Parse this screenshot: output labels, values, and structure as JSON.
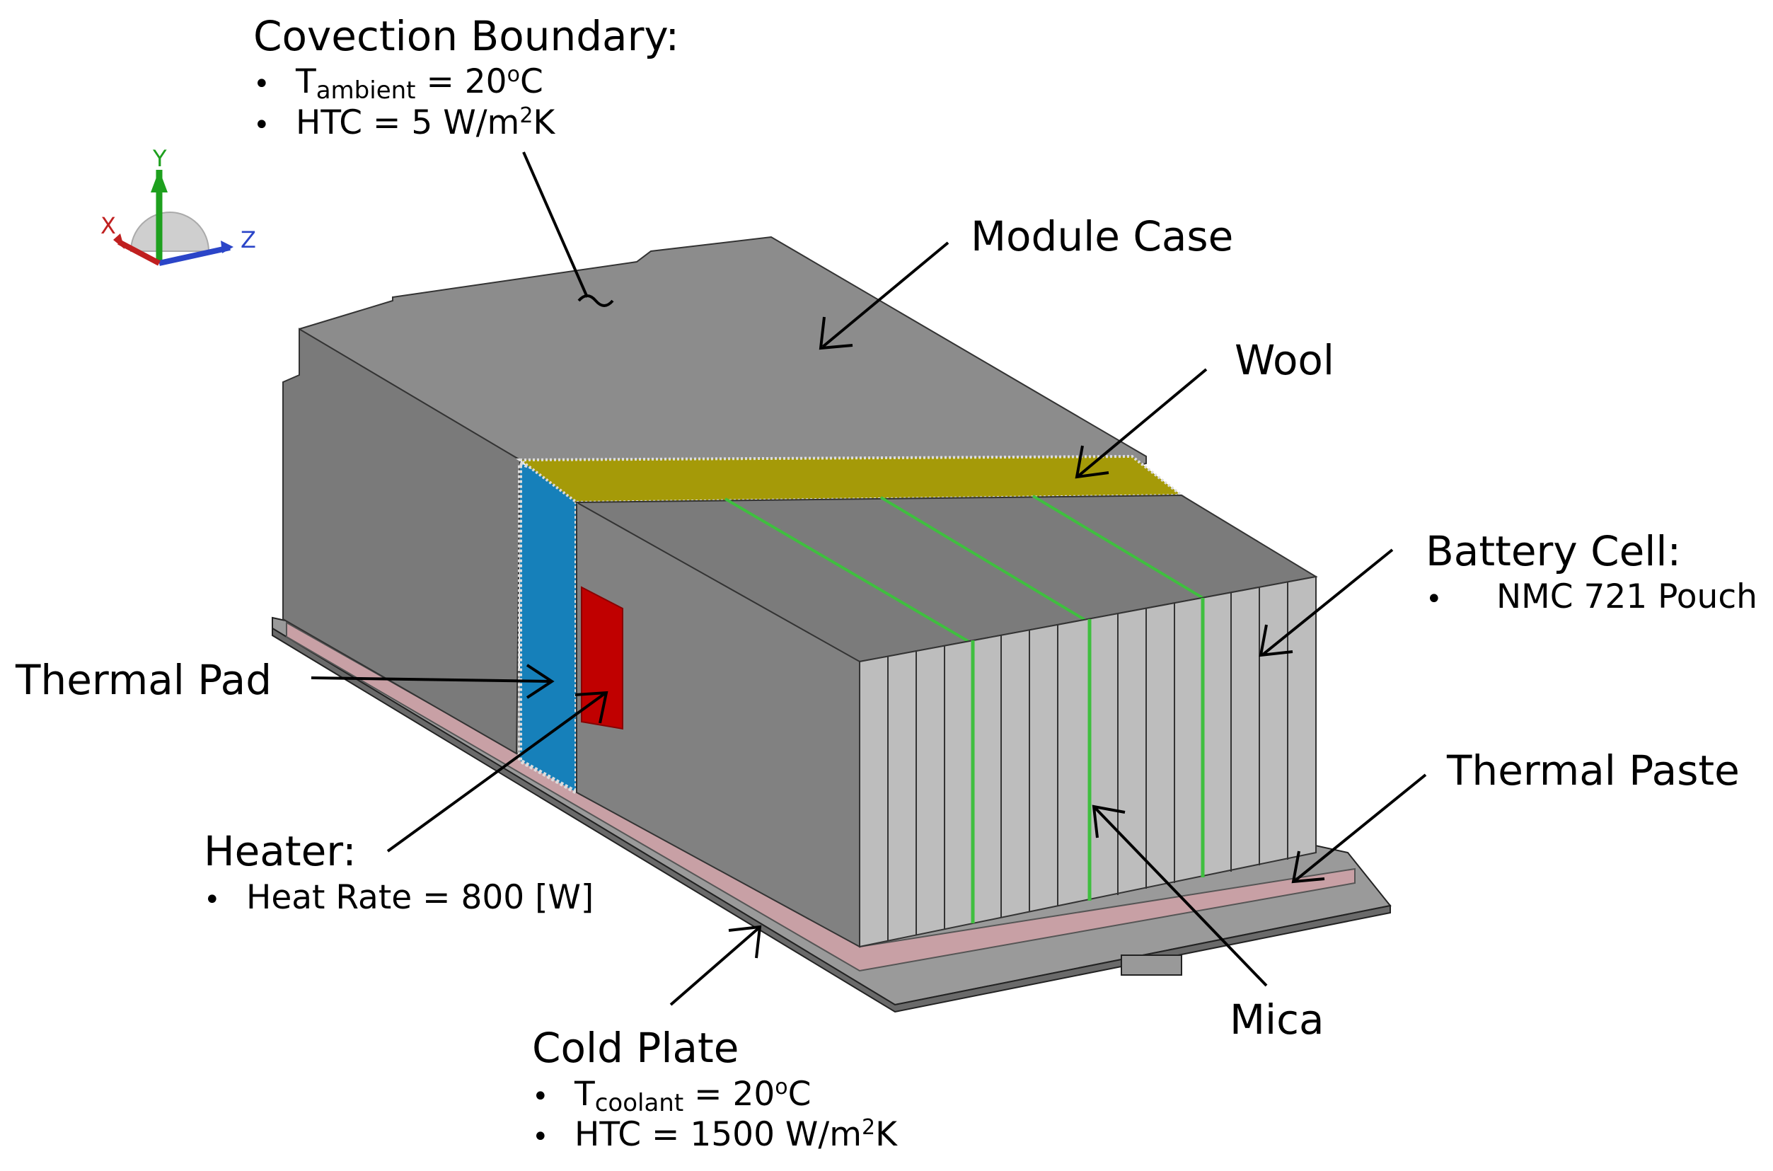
{
  "colors": {
    "case_top": "#8c8c8c",
    "case_side": "#7a7a7a",
    "case_front": "#818181",
    "cell": "#bdbdbd",
    "wool": "#a59a08",
    "thermal_pad": "#1680ba",
    "heater": "#c00000",
    "mica": "#3fbf3f",
    "paste": "#c8a0a5",
    "cold_plate": "#8a8a8a"
  },
  "axes": {
    "x": "X",
    "y": "Y",
    "z": "Z"
  },
  "labels": {
    "convection": {
      "title": "Covection Boundary:",
      "items": [
        {
          "main": "T",
          "sub": "ambient",
          "rest": " = 20",
          "sup": "o",
          "tail": "C"
        },
        {
          "main": "HTC = 5 W/m",
          "sup": "2",
          "tail": "K"
        }
      ]
    },
    "module_case": "Module Case",
    "wool": "Wool",
    "battery_cell": {
      "title": "Battery Cell:",
      "item": "NMC 721 Pouch"
    },
    "thermal_pad": "Thermal Pad",
    "thermal_paste": "Thermal Paste",
    "heater": {
      "title": "Heater:",
      "item": "Heat Rate = 800 [W]"
    },
    "mica": "Mica",
    "cold_plate": {
      "title": "Cold Plate",
      "items": [
        {
          "main": "T",
          "sub": "coolant",
          "rest": " = 20",
          "sup": "o",
          "tail": "C"
        },
        {
          "main": "HTC = 1500 W/m",
          "sup": "2",
          "tail": "K"
        }
      ]
    }
  },
  "bullet": "•"
}
